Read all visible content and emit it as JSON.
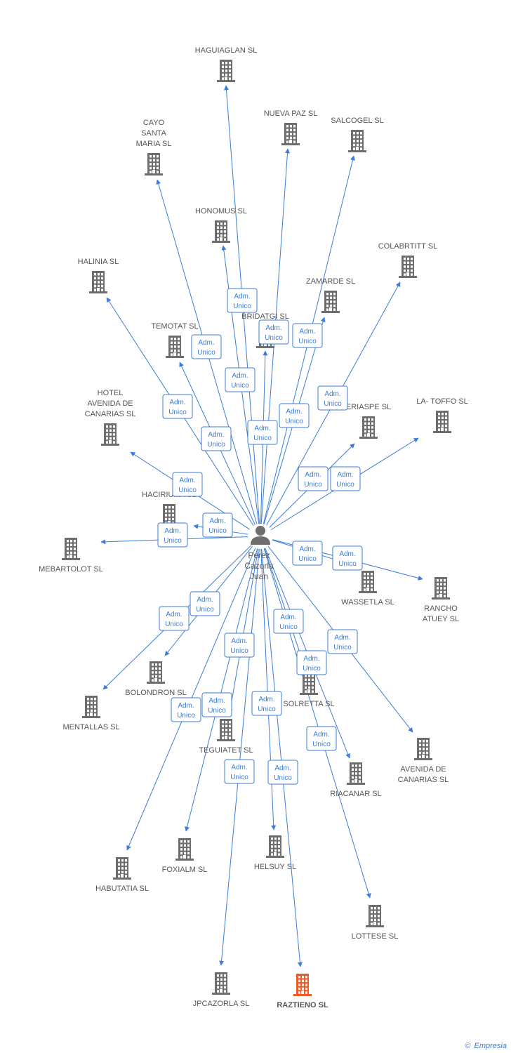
{
  "colors": {
    "edge": "#3b7dd8",
    "building": "#6e6e6e",
    "building_highlight": "#f05a28",
    "person": "#6e6e6e"
  },
  "center": {
    "name_lines": [
      "Perez",
      "Cazorla",
      "Juan"
    ],
    "icon": "person-icon"
  },
  "edge_label": [
    "Adm.",
    "Unico"
  ],
  "companies": [
    {
      "id": "haguiaglan",
      "lines": [
        "HAGUIAGLAN SL"
      ],
      "highlight": false
    },
    {
      "id": "nueva-paz",
      "lines": [
        "NUEVA PAZ SL"
      ],
      "highlight": false
    },
    {
      "id": "salcogel",
      "lines": [
        "SALCOGEL SL"
      ],
      "highlight": false
    },
    {
      "id": "cayo-santa-maria",
      "lines": [
        "CAYO",
        "SANTA",
        "MARIA SL"
      ],
      "highlight": false
    },
    {
      "id": "honomus",
      "lines": [
        "HONOMUS SL"
      ],
      "highlight": false
    },
    {
      "id": "colabrtitt",
      "lines": [
        "COLABRTITT SL"
      ],
      "highlight": false
    },
    {
      "id": "halinia",
      "lines": [
        "HALINIA SL"
      ],
      "highlight": false
    },
    {
      "id": "zamarde",
      "lines": [
        "ZAMARDE SL"
      ],
      "highlight": false
    },
    {
      "id": "bridatgi",
      "lines": [
        "BRIDATGI SL"
      ],
      "highlight": false
    },
    {
      "id": "temotat",
      "lines": [
        "TEMOTAT SL"
      ],
      "highlight": false
    },
    {
      "id": "hotel-avenida",
      "lines": [
        "HOTEL",
        "AVENIDA DE",
        "CANARIAS SL"
      ],
      "highlight": false
    },
    {
      "id": "eriaspe",
      "lines": [
        "ERIASPE SL"
      ],
      "highlight": false
    },
    {
      "id": "la-toffo",
      "lines": [
        "LA- TOFFO SL"
      ],
      "highlight": false
    },
    {
      "id": "haciriuma",
      "lines": [
        "HACIRIUMA SL"
      ],
      "highlight": false
    },
    {
      "id": "mebartolot",
      "lines": [
        "MEBARTOLOT SL"
      ],
      "highlight": false
    },
    {
      "id": "wassetla",
      "lines": [
        "WASSETLA SL"
      ],
      "highlight": false
    },
    {
      "id": "rancho-atuey",
      "lines": [
        "RANCHO",
        "ATUEY SL"
      ],
      "highlight": false
    },
    {
      "id": "bolondron",
      "lines": [
        "BOLONDRON SL"
      ],
      "highlight": false
    },
    {
      "id": "mentallas",
      "lines": [
        "MENTALLAS SL"
      ],
      "highlight": false
    },
    {
      "id": "solretta",
      "lines": [
        "SOLRETTA SL"
      ],
      "highlight": false
    },
    {
      "id": "avenida-canarias",
      "lines": [
        "AVENIDA DE",
        "CANARIAS SL"
      ],
      "highlight": false
    },
    {
      "id": "teguiatet",
      "lines": [
        "TEGUIATET SL"
      ],
      "highlight": false
    },
    {
      "id": "riacanar",
      "lines": [
        "RIACANAR SL"
      ],
      "highlight": false
    },
    {
      "id": "foxialm",
      "lines": [
        "FOXIALM SL"
      ],
      "highlight": false
    },
    {
      "id": "helsuy",
      "lines": [
        "HELSUY SL"
      ],
      "highlight": false
    },
    {
      "id": "habutatia",
      "lines": [
        "HABUTATIA SL"
      ],
      "highlight": false
    },
    {
      "id": "lottese",
      "lines": [
        "LOTTESE SL"
      ],
      "highlight": false
    },
    {
      "id": "jpcazorla",
      "lines": [
        "JPCAZORLA SL"
      ],
      "highlight": false
    },
    {
      "id": "raztieno",
      "lines": [
        "RAZTIENO SL"
      ],
      "highlight": true
    }
  ],
  "footer": {
    "copyright": "©",
    "brand": "Empresia"
  }
}
